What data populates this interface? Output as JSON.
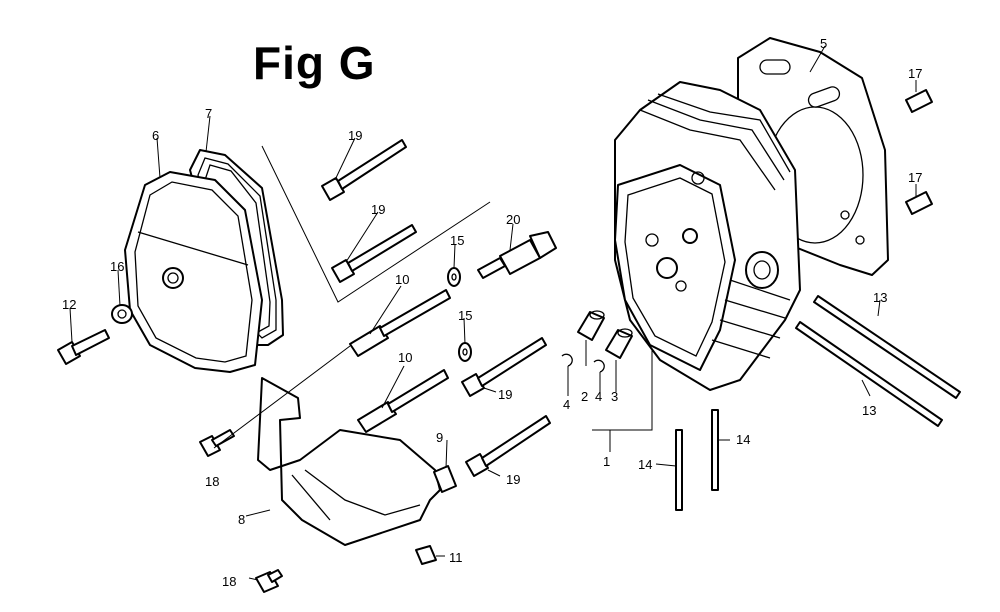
{
  "title": "Fig G",
  "callouts": [
    "1",
    "2",
    "3",
    "4",
    "4",
    "5",
    "6",
    "7",
    "8",
    "9",
    "10",
    "10",
    "11",
    "12",
    "13",
    "13",
    "14",
    "14",
    "15",
    "15",
    "16",
    "17",
    "17",
    "18",
    "18",
    "19",
    "19",
    "19",
    "19",
    "20"
  ]
}
